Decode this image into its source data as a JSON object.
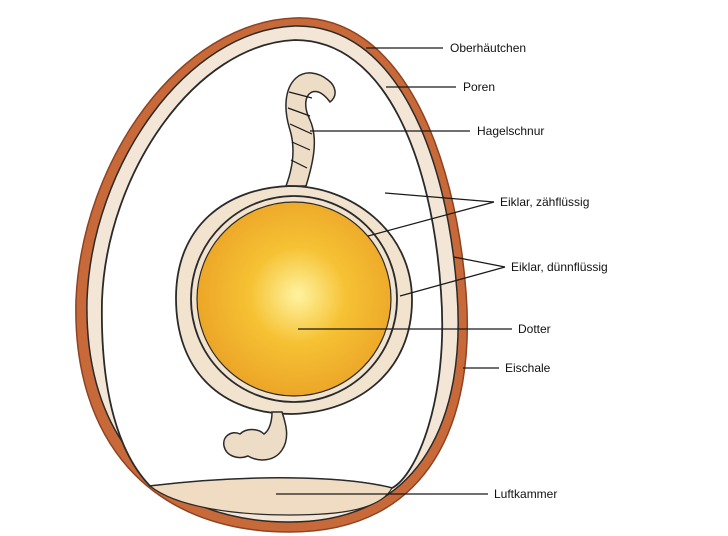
{
  "diagram": {
    "labels": {
      "oberhaeutchen": "Oberhäutchen",
      "poren": "Poren",
      "hagelschnur": "Hagelschnur",
      "eiklar_zaeh": "Eiklar, zähflüssig",
      "eiklar_duenn": "Eiklar, dünnflüssig",
      "dotter": "Dotter",
      "eischale": "Eischale",
      "luftkammer": "Luftkammer"
    },
    "colors": {
      "shell": "#c8693a",
      "shell_dark": "#a9532b",
      "shell_membrane": "#f3e6d6",
      "thin_albumen": "#ffffff",
      "thick_albumen": "#f2e3cf",
      "chalaza": "#eddcc6",
      "yolk_outer": "#eba326",
      "yolk_mid": "#f6c234",
      "yolk_center": "#fff3a0",
      "air_cell": "#f0dcc2",
      "outline": "#2a2a2a"
    }
  }
}
